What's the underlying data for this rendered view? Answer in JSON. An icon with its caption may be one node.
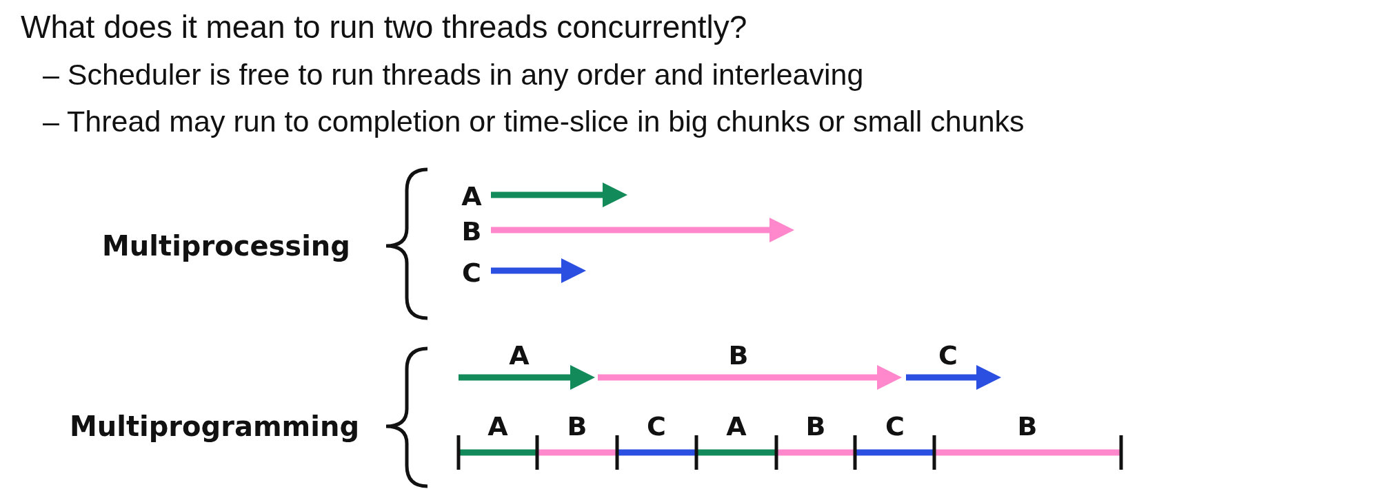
{
  "diagram": {
    "title": "What does it mean to run two threads concurrently?",
    "labels": [
      "– Scheduler is free to run threads in any order and interleaving",
      "– Thread may run to completion or time-slice in big chunks or small chunks",
      "Multiprocessing",
      "A",
      "B",
      "C",
      "Multiprogramming",
      "A",
      "B",
      "C",
      "A",
      "B",
      "C",
      "A",
      "B",
      "C",
      "B"
    ]
  }
}
